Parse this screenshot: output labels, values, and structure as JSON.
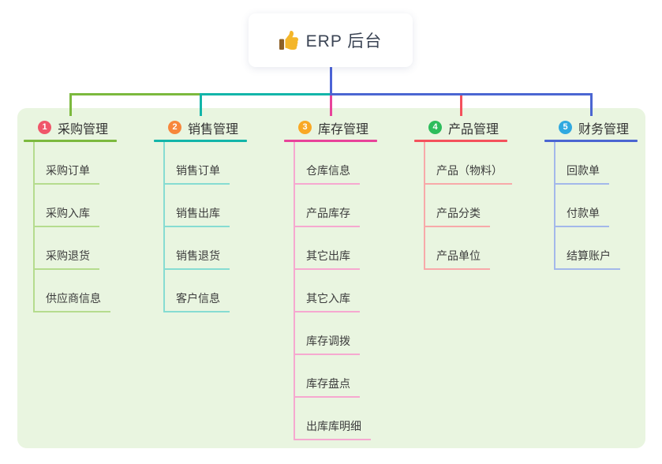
{
  "root": {
    "title": "ERP 后台",
    "icon": "thumbs-up-icon"
  },
  "connector": {
    "root_line_color": "#4c63d6"
  },
  "canvas_bg_color": "#e9f5e0",
  "branches": [
    {
      "badge": "1",
      "title": "采购管理",
      "badge_color": "#f0566a",
      "line_color": "#7cb93e",
      "light_color": "#b5dc8e",
      "items": [
        "采购订单",
        "采购入库",
        "采购退货",
        "供应商信息"
      ]
    },
    {
      "badge": "2",
      "title": "销售管理",
      "badge_color": "#f7873c",
      "line_color": "#13b5a9",
      "light_color": "#86dcd2",
      "items": [
        "销售订单",
        "销售出库",
        "销售退货",
        "客户信息"
      ]
    },
    {
      "badge": "3",
      "title": "库存管理",
      "badge_color": "#f9a825",
      "line_color": "#e8439a",
      "light_color": "#f6a8d0",
      "items": [
        "仓库信息",
        "产品库存",
        "其它出库",
        "其它入库",
        "库存调拨",
        "库存盘点",
        "出库库明细"
      ]
    },
    {
      "badge": "4",
      "title": "产品管理",
      "badge_color": "#2dbd5c",
      "line_color": "#f4515c",
      "light_color": "#f8a9a9",
      "items": [
        "产品（物料）",
        "产品分类",
        "产品单位"
      ]
    },
    {
      "badge": "5",
      "title": "财务管理",
      "badge_color": "#30a9e0",
      "line_color": "#4b66d2",
      "light_color": "#a3b8ea",
      "items": [
        "回款单",
        "付款单",
        "结算账户"
      ]
    }
  ]
}
